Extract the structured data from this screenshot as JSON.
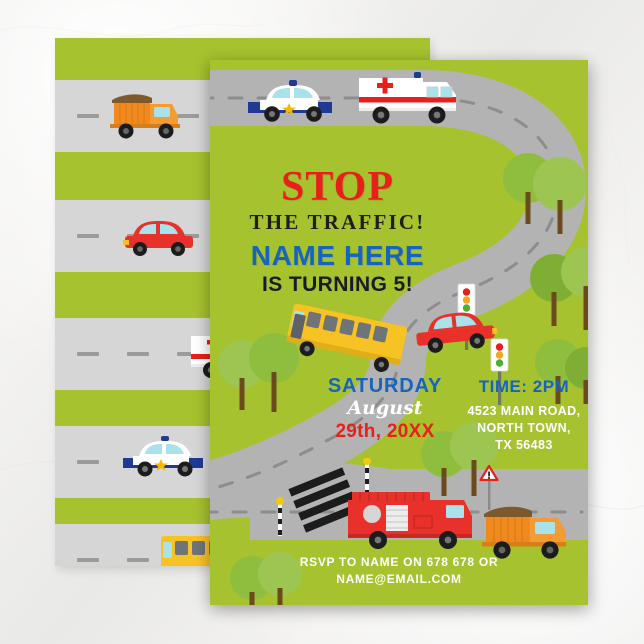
{
  "scene": {
    "type": "product-mockup-greeting-card",
    "surface_color": "#f1f0ee",
    "card_green": "#a6c22f",
    "road_gray": "#b3b3b3",
    "stripe_gray": "#d6d6d6",
    "dash_gray": "#9b9b9b"
  },
  "front_card": {
    "headline": {
      "stop": "STOP",
      "stop_color": "#e8201c",
      "traffic": "THE TRAFFIC!",
      "traffic_color": "#201d1c",
      "name": "NAME HERE",
      "name_color": "#1763c0",
      "turning": "IS TURNING 5!",
      "turning_color": "#1b1b26"
    },
    "date_block": {
      "day": "SATURDAY",
      "month": "August",
      "date": "29th, 20XX",
      "day_color": "#1763c0",
      "month_color": "#ffffff",
      "date_color": "#e8201c"
    },
    "venue_block": {
      "time": "TIME: 2PM",
      "time_color": "#1763c0",
      "address_line1": "4523 MAIN ROAD,",
      "address_line2": "NORTH TOWN,",
      "address_line3": "TX 56483",
      "address_color": "#ffffff"
    },
    "rsvp": {
      "line1": "RSVP TO NAME ON 678 678 OR",
      "line2": "NAME@EMAIL.COM",
      "color": "#ffffff"
    },
    "vehicles": [
      {
        "name": "police-car",
        "body": "#1f3a93",
        "accent": "#ffffff",
        "star": "#f2b707"
      },
      {
        "name": "ambulance",
        "body": "#ffffff",
        "accent": "#e8201c",
        "cross": "#e8201c"
      },
      {
        "name": "school-bus",
        "body": "#f7c324",
        "accent": "#d99a12"
      },
      {
        "name": "red-car",
        "body": "#e8312a",
        "accent": "#a9e2ea"
      },
      {
        "name": "fire-truck",
        "body": "#e8312a",
        "accent": "#e8e8e8"
      },
      {
        "name": "garbage-truck",
        "body": "#f08a1f",
        "accent": "#c96d12"
      }
    ],
    "traffic_lights": [
      {
        "name": "traffic-light-upper",
        "red": "#e8201c",
        "amber": "#f5a623",
        "green": "#4caf32"
      },
      {
        "name": "traffic-light-lower",
        "red": "#e8201c",
        "amber": "#f5a623",
        "green": "#4caf32"
      }
    ],
    "signs": [
      {
        "name": "warning-sign",
        "color": "#e8201c"
      }
    ],
    "crossing": {
      "name": "zebra-crossing",
      "beacon_color": "#f2c90f"
    }
  },
  "back_card": {
    "stripes": [
      {
        "name": "road-stripe-1",
        "vehicle": "garbage-truck"
      },
      {
        "name": "road-stripe-2",
        "vehicle": "red-car"
      },
      {
        "name": "road-stripe-3",
        "vehicle": "ambulance"
      },
      {
        "name": "road-stripe-4",
        "vehicle": "police-car"
      },
      {
        "name": "road-stripe-5",
        "vehicle": "school-bus"
      }
    ],
    "traffic_light": {
      "name": "traffic-light-back",
      "red": "#e8201c",
      "amber": "#f5a623",
      "green": "#4caf32"
    }
  }
}
